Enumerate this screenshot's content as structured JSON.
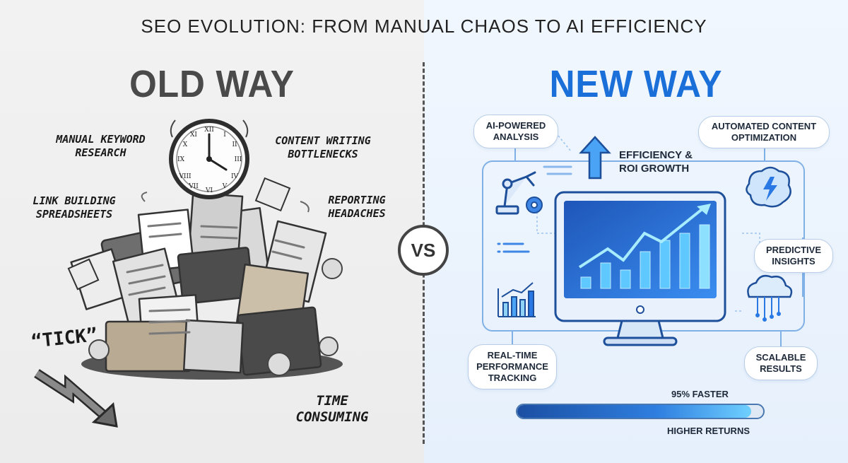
{
  "title": "SEO EVOLUTION: FROM MANUAL CHAOS TO AI EFFICIENCY",
  "old_way": {
    "heading": "OLD WAY",
    "labels": {
      "keyword_research": "MANUAL KEYWORD RESEARCH",
      "content_writing": "CONTENT WRITING BOTTLENECKS",
      "link_building": "LINK BUILDING SPREADSHEETS",
      "reporting": "REPORTING HEADACHES",
      "tick": "“TICK”",
      "time_consuming": "TIME CONSUMING"
    },
    "colors": {
      "heading": "#4a4a4a",
      "ink": "#1a1a1a"
    }
  },
  "vs": "VS",
  "new_way": {
    "heading": "NEW WAY",
    "labels": {
      "ai_analysis": "AI-POWERED ANALYSIS",
      "automated_content": "AUTOMATED CONTENT OPTIMIZATION",
      "efficiency": "EFFICIENCY & ROI GROWTH",
      "predictive": "PREDICTIVE INSIGHTS",
      "real_time": "REAL-TIME PERFORMANCE TRACKING",
      "scalable": "SCALABLE RESULTS"
    },
    "progress": {
      "top_label": "95% FASTER",
      "bottom_label": "HIGHER RETURNS",
      "fill_percent": 95
    },
    "colors": {
      "heading": "#1a6fd8",
      "accent": "#2f7fe0"
    }
  }
}
